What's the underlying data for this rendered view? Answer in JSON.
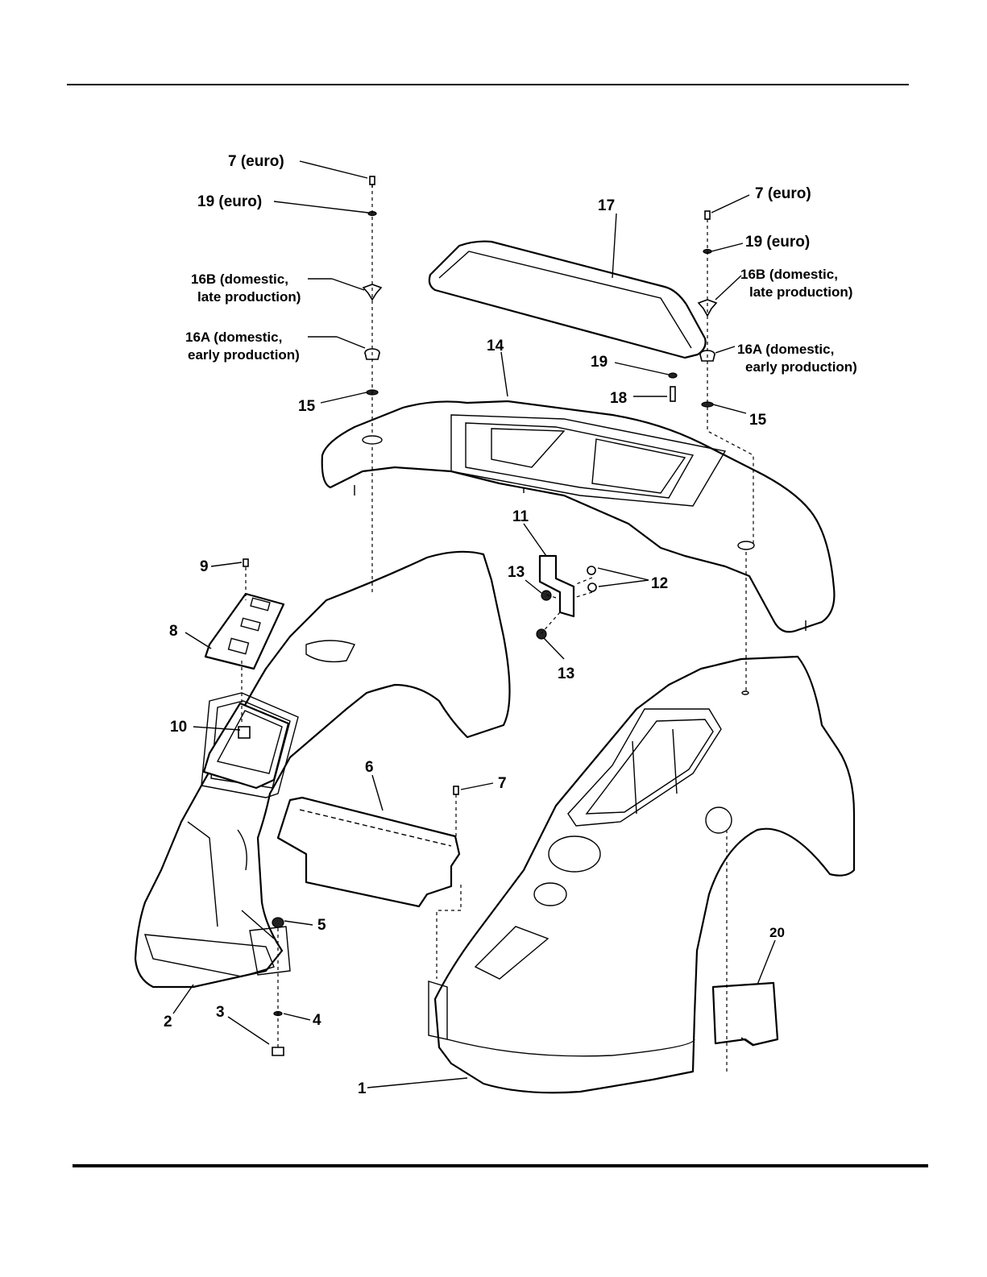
{
  "labels": {
    "l7_euro_left": "7  (euro)",
    "l19_euro_left": "19  (euro)",
    "l16b_left_1": "16B (domestic,",
    "l16b_left_2": "late production)",
    "l16a_left_1": "16A (domestic,",
    "l16a_left_2": "early production)",
    "l15_left": "15",
    "l17": "17",
    "l14": "14",
    "l19_mid": "19",
    "l18": "18",
    "l7_euro_right": "7 (euro)",
    "l19_euro_right": "19 (euro)",
    "l16b_right_1": "16B (domestic,",
    "l16b_right_2": "late production)",
    "l16a_right_1": "16A (domestic,",
    "l16a_right_2": "early production)",
    "l15_right": "15",
    "l11": "11",
    "l12": "12",
    "l13_top": "13",
    "l13_bottom": "13",
    "l9": "9",
    "l8": "8",
    "l10": "10",
    "l6": "6",
    "l7_mid": "7",
    "l5": "5",
    "l4": "4",
    "l3": "3",
    "l2": "2",
    "l1": "1",
    "l20": "20"
  },
  "colors": {
    "ink": "#000000",
    "paper": "#ffffff"
  }
}
